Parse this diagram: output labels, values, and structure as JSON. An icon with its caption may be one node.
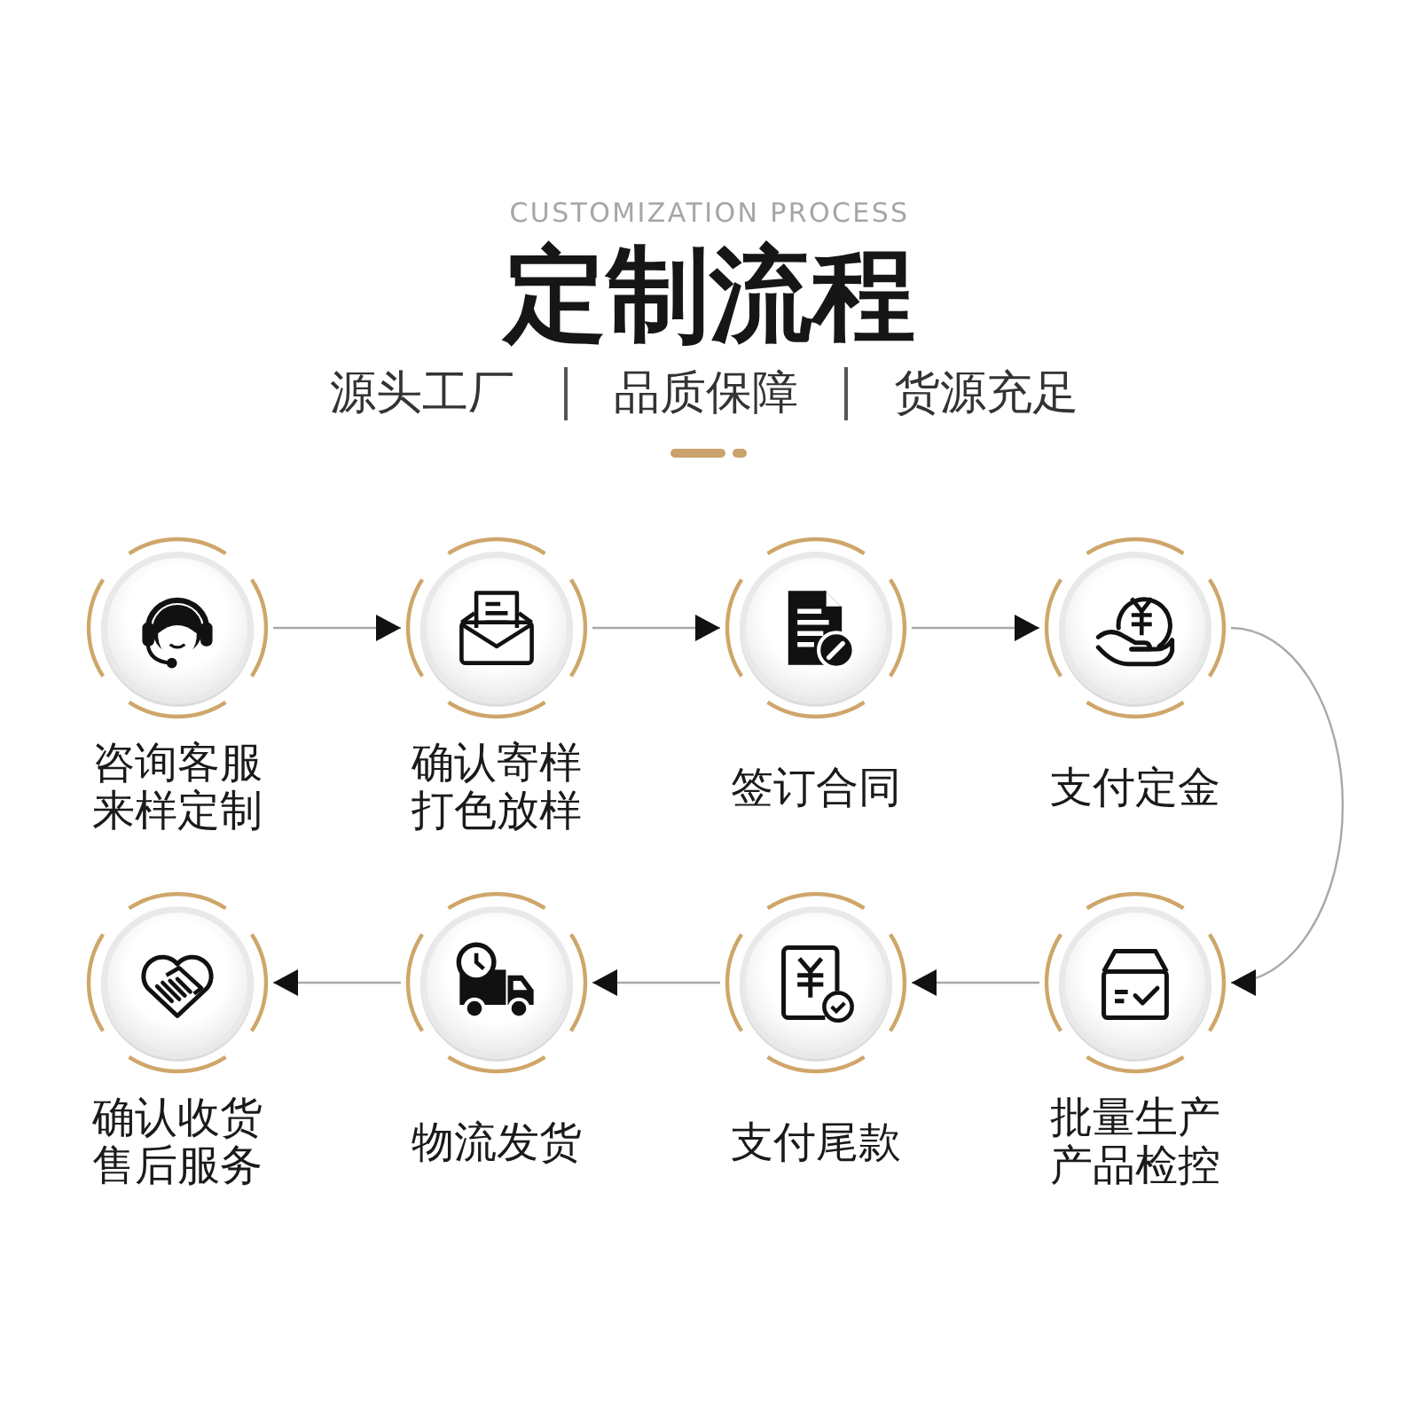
{
  "diagram": {
    "title": "定制流程",
    "nodes": [
      {
        "text": [
          "咨询客服来样定制"
        ]
      },
      {
        "text": [
          "确认寄样打色放样"
        ]
      },
      {
        "text": [
          "签订合同"
        ]
      },
      {
        "text": [
          "支付定金"
        ]
      },
      {
        "text": [
          "批量生产产品检控"
        ]
      },
      {
        "text": [
          "支付尾款"
        ]
      },
      {
        "text": [
          "物流发货"
        ]
      },
      {
        "text": [
          "确认收货售后服务"
        ]
      }
    ],
    "edges": [
      {
        "from": 0,
        "to": 1,
        "arrow": "to"
      },
      {
        "from": 1,
        "to": 2,
        "arrow": "to"
      },
      {
        "from": 2,
        "to": 3,
        "arrow": "to"
      },
      {
        "from": 3,
        "to": 4,
        "arrow": "to"
      },
      {
        "from": 4,
        "to": 5,
        "arrow": "to"
      },
      {
        "from": 5,
        "to": 6,
        "arrow": "to"
      },
      {
        "from": 6,
        "to": 7,
        "arrow": "to"
      }
    ],
    "labels": [
      "CUSTOMIZATION PROCESS",
      "源头工厂",
      "品质保障",
      "货源充足"
    ]
  }
}
